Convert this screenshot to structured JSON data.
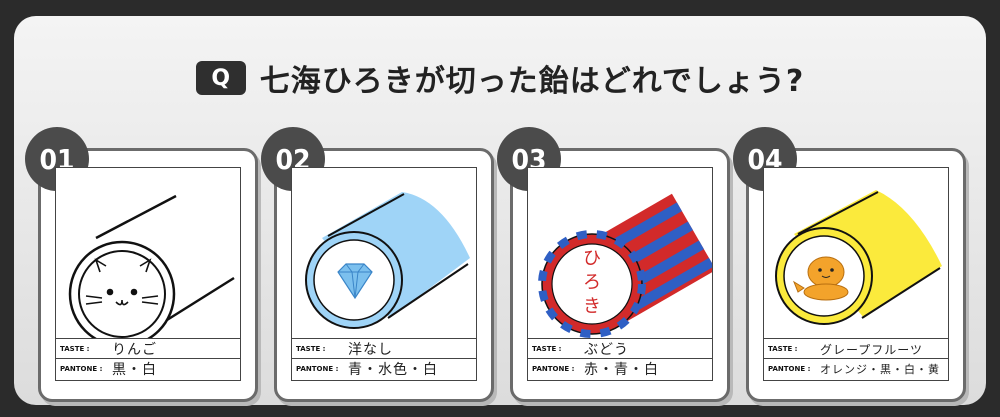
{
  "question": {
    "badge": "Q",
    "text": "七海ひろきが切った飴はどれでしょう?"
  },
  "labels": {
    "taste": "TASTE :",
    "pantone": "PANTONE :"
  },
  "options": [
    {
      "number": "01",
      "taste": "りんご",
      "pantone": "黒・白",
      "center": "cat-face"
    },
    {
      "number": "02",
      "taste": "洋なし",
      "pantone": "青・水色・白",
      "center": "diamond"
    },
    {
      "number": "03",
      "taste": "ぶどう",
      "pantone": "赤・青・白",
      "center_text": "ひろき"
    },
    {
      "number": "04",
      "taste": "グレープフルーツ",
      "pantone": "オレンジ・黒・白・黄",
      "center": "seal"
    }
  ],
  "colors": {
    "light_blue": "#9fd4f7",
    "red": "#d22a2a",
    "blue": "#2f5fc4",
    "yellow": "#fbea3c",
    "orange": "#f3a32b"
  }
}
